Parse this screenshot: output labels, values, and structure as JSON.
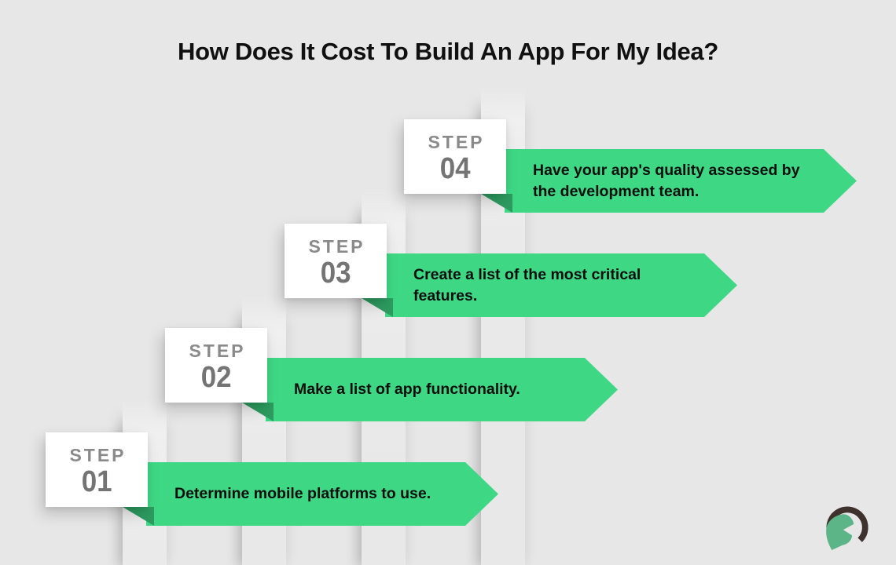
{
  "title": "How Does It Cost To Build An App For My Idea?",
  "steps": [
    {
      "label": "STEP",
      "number": "01",
      "text": "Determine mobile platforms to use."
    },
    {
      "label": "STEP",
      "number": "02",
      "text": "Make a list of app functionality."
    },
    {
      "label": "STEP",
      "number": "03",
      "text": "Create a list of the most critical features."
    },
    {
      "label": "STEP",
      "number": "04",
      "text": "Have your app's quality assessed by the development team."
    }
  ],
  "logo": {
    "icon": "spartan-helmet-icon"
  },
  "colors": {
    "background": "#e7e7e7",
    "banner_green": "#3ed885",
    "fold_dark_green": "#2d9b5f",
    "card_white": "#ffffff",
    "step_label_gray": "#8a8a8a",
    "step_number_gray": "#747474",
    "text_black": "#0d0d0d",
    "logo_green": "#5cb586",
    "logo_dark": "#3f312b"
  }
}
